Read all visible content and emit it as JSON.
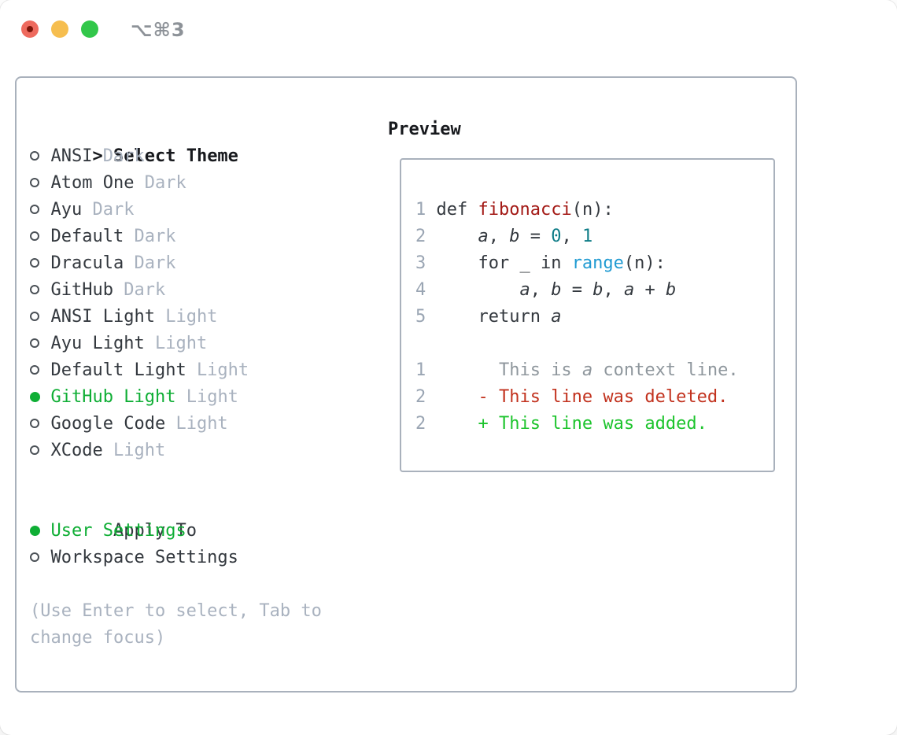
{
  "window": {
    "title": "⌥⌘3",
    "traffic_lights": [
      "close",
      "minimize",
      "zoom"
    ]
  },
  "theme_panel": {
    "header": {
      "marker": ">",
      "label": "Select Theme"
    },
    "themes": [
      {
        "name": "ANSI",
        "tag": "Dark",
        "selected": false
      },
      {
        "name": "Atom One",
        "tag": "Dark",
        "selected": false
      },
      {
        "name": "Ayu",
        "tag": "Dark",
        "selected": false
      },
      {
        "name": "Default",
        "tag": "Dark",
        "selected": false
      },
      {
        "name": "Dracula",
        "tag": "Dark",
        "selected": false
      },
      {
        "name": "GitHub",
        "tag": "Dark",
        "selected": false
      },
      {
        "name": "ANSI Light",
        "tag": "Light",
        "selected": false
      },
      {
        "name": "Ayu Light",
        "tag": "Light",
        "selected": false
      },
      {
        "name": "Default Light",
        "tag": "Light",
        "selected": false
      },
      {
        "name": "GitHub Light",
        "tag": "Light",
        "selected": true
      },
      {
        "name": "Google Code",
        "tag": "Light",
        "selected": false
      },
      {
        "name": "XCode",
        "tag": "Light",
        "selected": false
      }
    ],
    "apply_to": {
      "label": "Apply To",
      "options": [
        {
          "name": "User Settings",
          "selected": true
        },
        {
          "name": "Workspace Settings",
          "selected": false
        }
      ]
    },
    "hint": {
      "line1": "(Use Enter to select, Tab to",
      "line2": "change focus)"
    }
  },
  "preview": {
    "label": "Preview",
    "lines": [
      {
        "ln": "1",
        "tokens": [
          {
            "t": " def ",
            "c": "t"
          },
          {
            "t": "fibonacci",
            "c": "f"
          },
          {
            "t": "(n):",
            "c": "t"
          }
        ]
      },
      {
        "ln": "2",
        "tokens": [
          {
            "t": "     ",
            "c": "t"
          },
          {
            "t": "a",
            "c": "v"
          },
          {
            "t": ", ",
            "c": "t"
          },
          {
            "t": "b",
            "c": "v"
          },
          {
            "t": " = ",
            "c": "t"
          },
          {
            "t": "0",
            "c": "n"
          },
          {
            "t": ", ",
            "c": "t"
          },
          {
            "t": "1",
            "c": "n"
          }
        ]
      },
      {
        "ln": "3",
        "tokens": [
          {
            "t": "     for _ in ",
            "c": "t"
          },
          {
            "t": "range",
            "c": "b"
          },
          {
            "t": "(n):",
            "c": "t"
          }
        ]
      },
      {
        "ln": "4",
        "tokens": [
          {
            "t": "         ",
            "c": "t"
          },
          {
            "t": "a",
            "c": "v"
          },
          {
            "t": ", ",
            "c": "t"
          },
          {
            "t": "b",
            "c": "v"
          },
          {
            "t": " = ",
            "c": "t"
          },
          {
            "t": "b",
            "c": "v"
          },
          {
            "t": ", ",
            "c": "t"
          },
          {
            "t": "a",
            "c": "v"
          },
          {
            "t": " + ",
            "c": "t"
          },
          {
            "t": "b",
            "c": "v"
          }
        ]
      },
      {
        "ln": "5",
        "tokens": [
          {
            "t": "     return ",
            "c": "t"
          },
          {
            "t": "a",
            "c": "v"
          }
        ]
      },
      {
        "ln": "",
        "tokens": []
      },
      {
        "ln": "1",
        "tokens": [
          {
            "t": "       This is ",
            "c": "c"
          },
          {
            "t": "a",
            "c": "cv"
          },
          {
            "t": " context line.",
            "c": "c"
          }
        ]
      },
      {
        "ln": "2",
        "tokens": [
          {
            "t": "     - This line was deleted.",
            "c": "d"
          }
        ]
      },
      {
        "ln": "2",
        "tokens": [
          {
            "t": "     + This line was added.",
            "c": "a"
          }
        ]
      }
    ]
  },
  "colors": {
    "selection_green": "#0fae35",
    "added_green": "#1dc42d",
    "deleted_red": "#c2321e",
    "function_red": "#a31915",
    "number_teal": "#0e7c87",
    "builtin_blue": "#219bd2",
    "text_dark": "#33383e",
    "muted_gray": "#a9b2bf",
    "line_number_gray": "#9aa5b3",
    "context_gray": "#8f979d",
    "border_gray": "#a9b1bc",
    "title_gray": "#8d9298",
    "traffic_red": "#ee6a5e",
    "traffic_yellow": "#f6be4f",
    "traffic_green": "#32c74a"
  }
}
